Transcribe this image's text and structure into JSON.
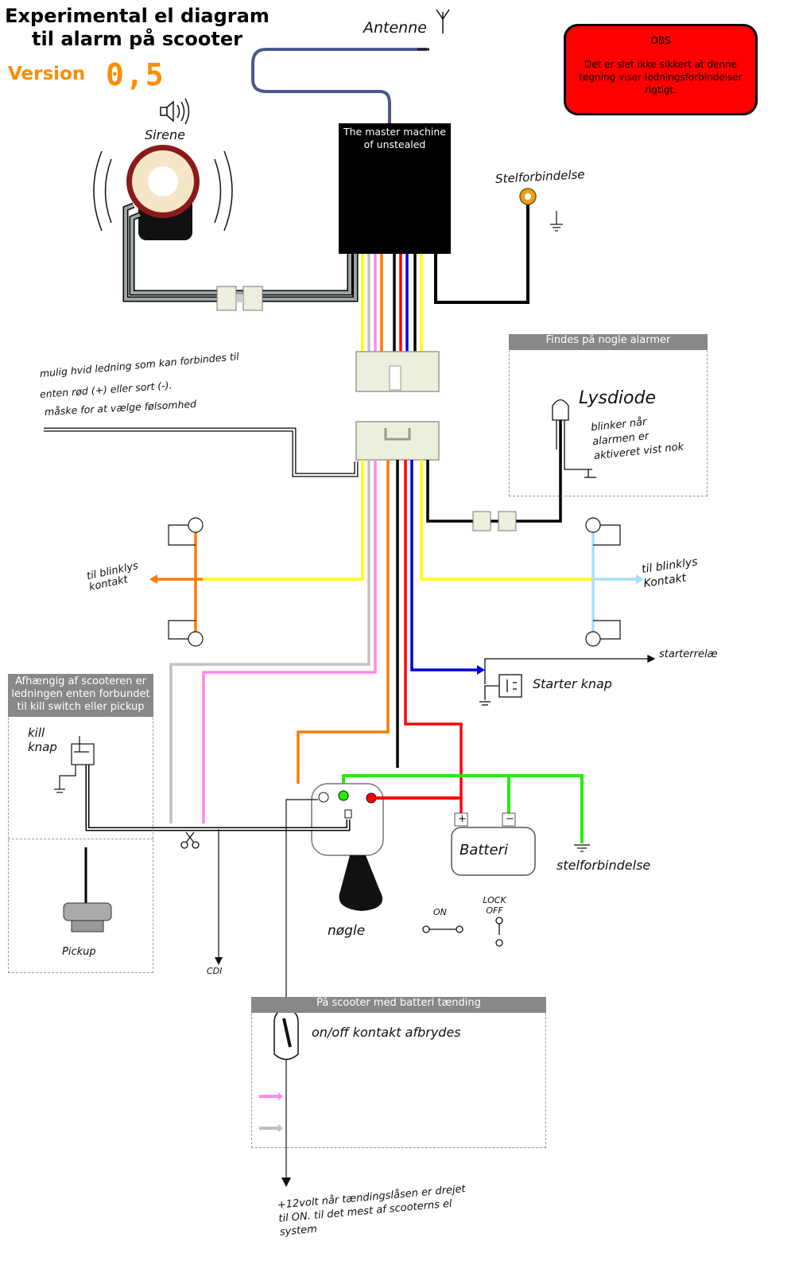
{
  "title_line1": "Experimental el diagram",
  "title_line2": "til alarm på scooter",
  "version_label": "Version",
  "version_number": "0,5",
  "obs_title": "OBS",
  "obs_text": "Det er slet ikke sikkert at denne tegning viser ledningsforbindelser rigtigt.",
  "master_box": "The master machine of unstealed",
  "labels": {
    "antenne": "Antenne",
    "sirene": "Sirene",
    "stelforbindelse_top": "Stelforbindelse",
    "mulig_line1": "mulig hvid ledning som kan forbindes til",
    "mulig_line2": "enten rød (+) eller sort (-).",
    "mulig_line3": "måske for at vælge følsomhed",
    "til_blinklys_left": "til blinklys kontakt",
    "til_blinklys_right": "til blinklys Kontakt",
    "starterrele": "starterrelæ",
    "starterknap": "Starter knap",
    "kill_knap": "kill knap",
    "pickup": "Pickup",
    "cdi": "CDI",
    "batteri": "Batteri",
    "stelforbindelse_bottom": "stelforbindelse",
    "nogle": "nøgle",
    "on": "ON",
    "lock_off": "LOCK OFF",
    "lysdiode": "Lysdiode",
    "lysdiode_note": "blinker når alarmen er aktiveret vist nok",
    "onoff": "on/off kontakt afbrydes",
    "twelve_volt": "+12volt når tændingslåsen er drejet til ON. til det mest af scooterns el system",
    "plus": "+",
    "minus": "−"
  },
  "panels": {
    "findes": "Findes på nogle alarmer",
    "afhaengig": "Afhængig af scooteren er ledningen enten forbundet til kill switch eller pickup",
    "batteri_taending": "På scooter med batteri tænding"
  },
  "colors": {
    "wire_yellow": "#ffff00",
    "wire_pink": "#ff88ee",
    "wire_grey": "#c0c0c0",
    "wire_orange": "#ff7a00",
    "wire_red": "#ff0000",
    "wire_blue": "#0000dd",
    "wire_green": "#22ee00",
    "wire_lightblue": "#aaddff",
    "wire_black": "#000000",
    "antenna": "#4a5a8a",
    "obs_bg": "#ff0000"
  }
}
